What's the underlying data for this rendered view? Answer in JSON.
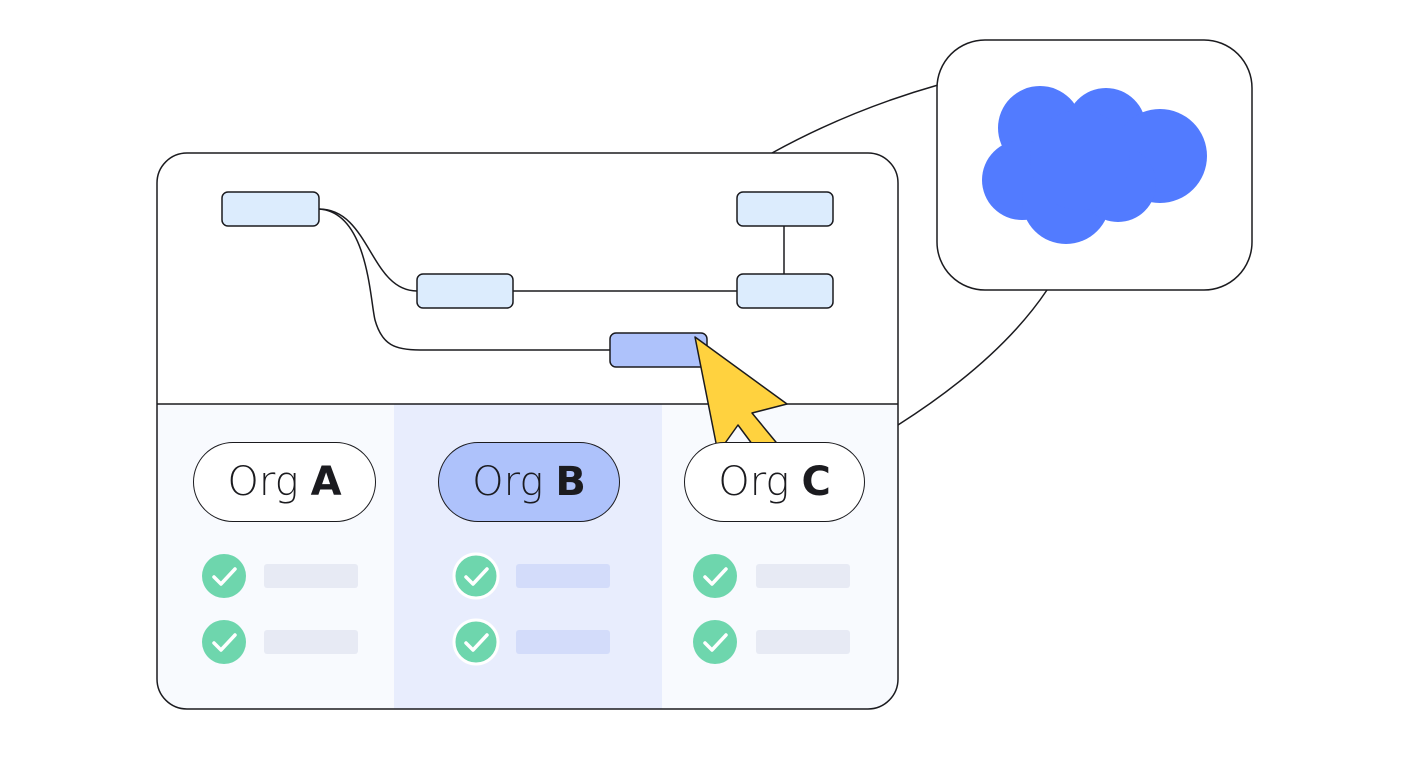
{
  "colors": {
    "outline": "#1b1b1f",
    "node_fill": "#dcecfd",
    "node_selected_fill": "#aec2fb",
    "column_bg": "#f8fafe",
    "column_selected_bg": "#e8edfd",
    "check_green": "#6ed6ad",
    "placeholder_bar": "#e7eaf4",
    "placeholder_bar_selected": "#d3dcfa",
    "cloud_blue": "#527bff",
    "cursor_yellow": "#ffd23f"
  },
  "icons": {
    "cloud": "salesforce-cloud-icon",
    "cursor": "arrow-cursor-icon",
    "check": "check-circle-icon"
  },
  "orgs": [
    {
      "word": "Org",
      "letter": "A",
      "selected": false,
      "checks": 2
    },
    {
      "word": "Org",
      "letter": "B",
      "selected": true,
      "checks": 2
    },
    {
      "word": "Org",
      "letter": "C",
      "selected": false,
      "checks": 2
    }
  ]
}
